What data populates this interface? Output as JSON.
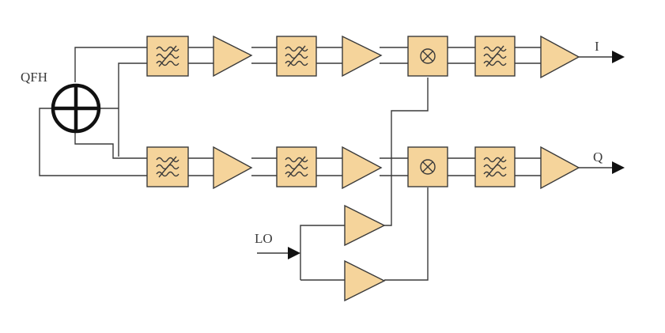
{
  "labels": {
    "hybrid": "QFH",
    "i_output": "I",
    "q_output": "Q",
    "lo_input": "LO"
  },
  "colors": {
    "block_fill": "#f5d49b",
    "line": "#3a3a3a",
    "arrow": "#111111"
  },
  "icons": {
    "hybrid": "circle-plus-icon",
    "filter": "bandpass-filter-icon",
    "mixer": "mixer-cross-icon",
    "amplifier": "amplifier-triangle-icon"
  }
}
